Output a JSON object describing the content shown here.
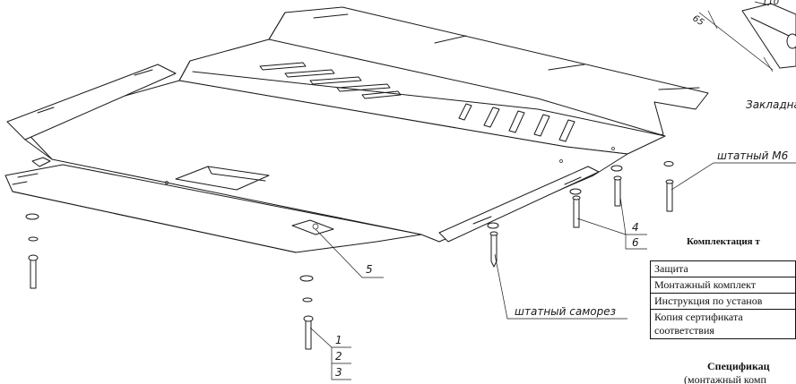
{
  "callouts": {
    "p1": "1",
    "p2": "2",
    "p3": "3",
    "p4": "4",
    "p5": "5",
    "p6": "6",
    "m6": "штатный М6",
    "samorez": "штатный саморез",
    "zaklad": "Закладна",
    "dim65": "65",
    "dim110": "110"
  },
  "kit": {
    "title": "Комплектация т",
    "rows": [
      "Защита",
      "Монтажный комплект",
      "Инструкция по установ",
      "Копия сертификата соответствия"
    ]
  },
  "spec": {
    "title": "Спецификац",
    "subtitle": "(монтажный комп"
  }
}
